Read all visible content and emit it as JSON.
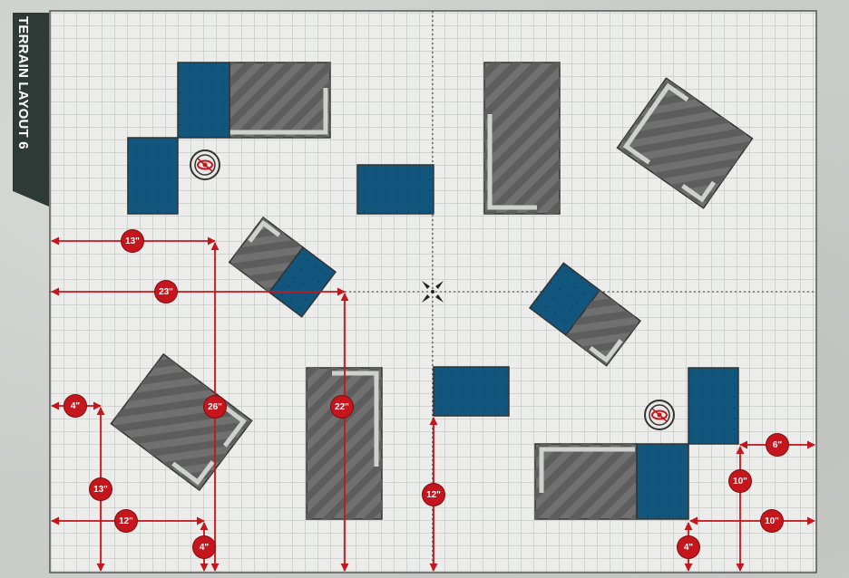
{
  "title": "TERRAIN LAYOUT 6",
  "measurements": [
    {
      "id": "m-13-top",
      "label": "13\""
    },
    {
      "id": "m-23",
      "label": "23\""
    },
    {
      "id": "m-4-left",
      "label": "4\""
    },
    {
      "id": "m-26",
      "label": "26\""
    },
    {
      "id": "m-22",
      "label": "22\""
    },
    {
      "id": "m-13-low",
      "label": "13\""
    },
    {
      "id": "m-12-left",
      "label": "12\""
    },
    {
      "id": "m-4-bottom",
      "label": "4\""
    },
    {
      "id": "m-12-center",
      "label": "12\""
    },
    {
      "id": "m-6",
      "label": "6\""
    },
    {
      "id": "m-10-vert",
      "label": "10\""
    },
    {
      "id": "m-10-horiz",
      "label": "10\""
    },
    {
      "id": "m-4-right",
      "label": "4\""
    }
  ],
  "colors": {
    "ruin": "#6d6d6d",
    "ruin_stripe": "#5c5c5c",
    "ruin_wall": "#c9cbc8",
    "blue_area": "#12567d",
    "measure_red": "#c4161c",
    "grid_line": "#b5b7b4",
    "board": "#ecedeb",
    "title_tab": "#2e3a36"
  },
  "icons": [
    "objective-eye-icon",
    "center-crosshair-icon"
  ]
}
